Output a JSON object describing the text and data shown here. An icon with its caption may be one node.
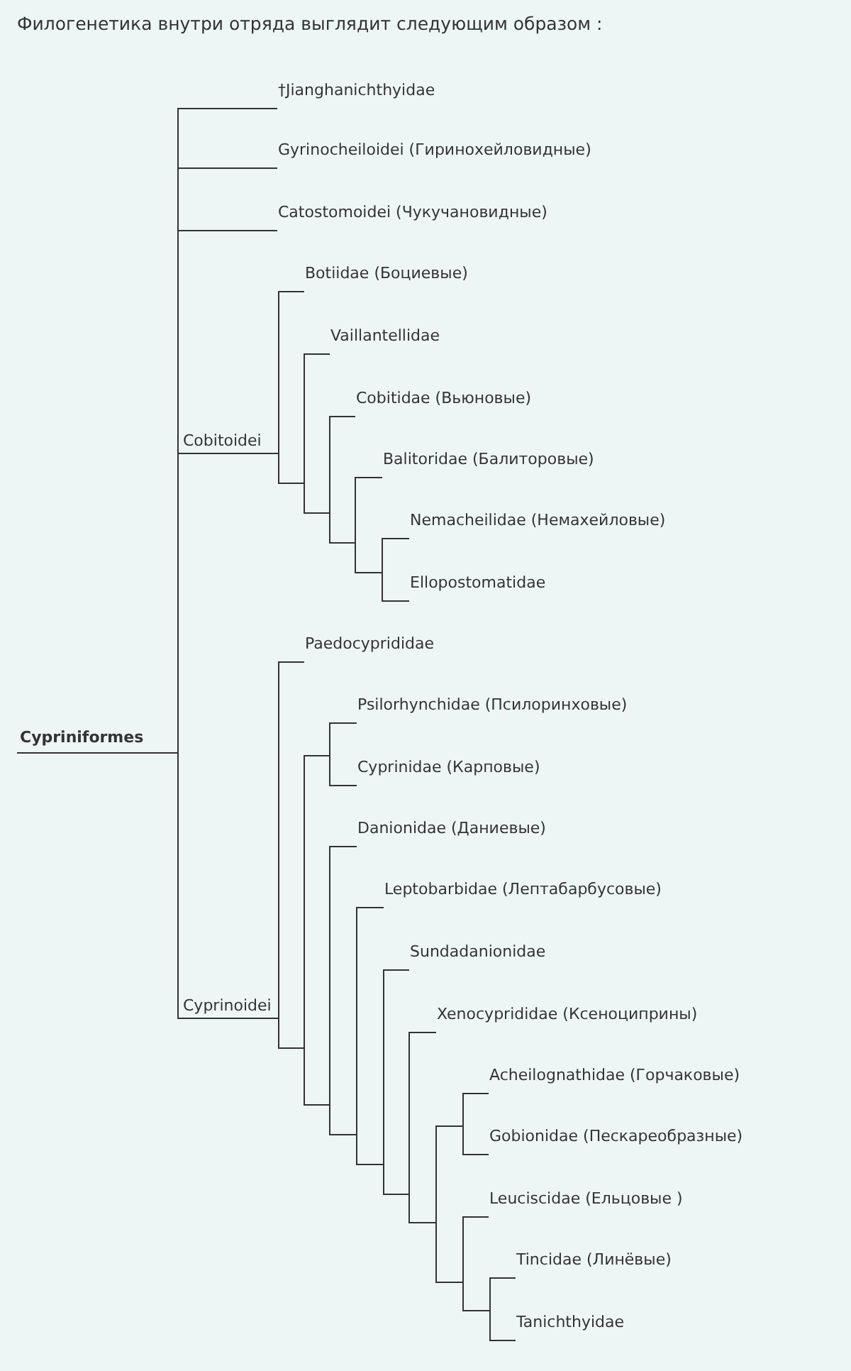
{
  "diagram": {
    "title": "Филогенетика внутри отряда выглядит следующим образом :",
    "nodes": [
      {
        "text": [
          "Cypriniformes"
        ]
      },
      {
        "text": [
          "†Jianghanichthyidae"
        ]
      },
      {
        "text": [
          "Gyrinocheiloidei (Гиринохейловидные)"
        ]
      },
      {
        "text": [
          "Catostomoidei (Чукучановидные)"
        ]
      },
      {
        "text": [
          "Cobitoidei"
        ]
      },
      {
        "text": [
          "Botiidae (Боциевые)"
        ]
      },
      {
        "text": [
          "Vaillantellidae"
        ]
      },
      {
        "text": [
          "Cobitidae (Вьюновые)"
        ]
      },
      {
        "text": [
          "Balitoridae (Балиторовые)"
        ]
      },
      {
        "text": [
          "Nemacheilidae (Немахейловые)"
        ]
      },
      {
        "text": [
          "Ellopostomatidae"
        ]
      },
      {
        "text": [
          "Cyprinoidei"
        ]
      },
      {
        "text": [
          "Paedocyprididae"
        ]
      },
      {
        "text": [
          "Psilorhynchidae (Псилоринховые)"
        ]
      },
      {
        "text": [
          "Cyprinidae (Карповые)"
        ]
      },
      {
        "text": [
          "Danionidae (Даниевые)"
        ]
      },
      {
        "text": [
          "Leptobarbidae (Лептабарбусовые)"
        ]
      },
      {
        "text": [
          "Sundadanionidae"
        ]
      },
      {
        "text": [
          "Xenocyprididae (Ксеноциприны)"
        ]
      },
      {
        "text": [
          "Acheilognathidae (Горчаковые)"
        ]
      },
      {
        "text": [
          "Gobionidae (Пескареобразные)"
        ]
      },
      {
        "text": [
          "Leuciscidae (Ельцовые )"
        ]
      },
      {
        "text": [
          "Tincidae (Линёвые)"
        ]
      },
      {
        "text": [
          "Tanichthyidae"
        ]
      }
    ],
    "edges": [
      {
        "from": 0,
        "to": 1,
        "arrow": "none"
      },
      {
        "from": 0,
        "to": 2,
        "arrow": "none"
      },
      {
        "from": 0,
        "to": 3,
        "arrow": "none"
      },
      {
        "from": 0,
        "to": 4,
        "arrow": "none"
      },
      {
        "from": 0,
        "to": 11,
        "arrow": "none"
      },
      {
        "from": 4,
        "to": 5,
        "arrow": "none"
      },
      {
        "from": 4,
        "to": 6,
        "arrow": "none"
      },
      {
        "from": 4,
        "to": 7,
        "arrow": "none"
      },
      {
        "from": 4,
        "to": 8,
        "arrow": "none"
      },
      {
        "from": 4,
        "to": 9,
        "arrow": "none"
      },
      {
        "from": 4,
        "to": 10,
        "arrow": "none"
      },
      {
        "from": 11,
        "to": 12,
        "arrow": "none"
      },
      {
        "from": 11,
        "to": 13,
        "arrow": "none"
      },
      {
        "from": 11,
        "to": 14,
        "arrow": "none"
      },
      {
        "from": 11,
        "to": 15,
        "arrow": "none"
      },
      {
        "from": 11,
        "to": 16,
        "arrow": "none"
      },
      {
        "from": 11,
        "to": 17,
        "arrow": "none"
      },
      {
        "from": 11,
        "to": 18,
        "arrow": "none"
      },
      {
        "from": 11,
        "to": 19,
        "arrow": "none"
      },
      {
        "from": 11,
        "to": 20,
        "arrow": "none"
      },
      {
        "from": 11,
        "to": 21,
        "arrow": "none"
      },
      {
        "from": 11,
        "to": 22,
        "arrow": "none"
      },
      {
        "from": 11,
        "to": 23,
        "arrow": "none"
      }
    ]
  }
}
